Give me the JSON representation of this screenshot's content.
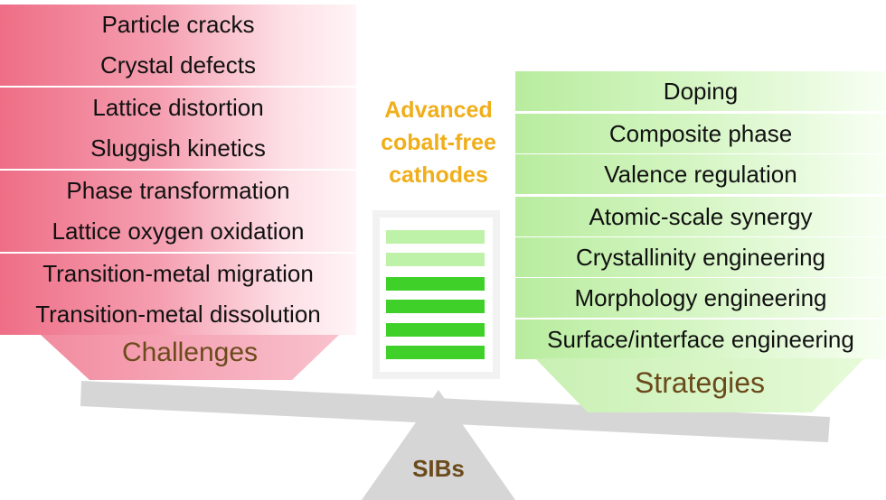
{
  "challenges": {
    "title": "Challenges",
    "items": [
      "Particle cracks",
      "Crystal defects",
      "Lattice distortion",
      "Sluggish kinetics",
      "Phase transformation",
      "Lattice oxygen oxidation",
      "Transition-metal migration",
      "Transition-metal dissolution"
    ]
  },
  "center": {
    "title_lines": [
      "Advanced",
      "cobalt-free",
      "cathodes"
    ]
  },
  "strategies": {
    "title": "Strategies",
    "items": [
      "Doping",
      "Composite phase",
      "Valence regulation",
      "Atomic-scale synergy",
      "Crystallinity engineering",
      "Morphology engineering",
      "Surface/interface engineering"
    ]
  },
  "fulcrum": {
    "label": "SIBs"
  },
  "battery": {
    "levels": [
      "light",
      "light",
      "full",
      "full",
      "full",
      "full"
    ]
  },
  "colors": {
    "challenge_accent": "#ee6e86",
    "strategy_accent": "#b8ec9e",
    "center_title": "#f0ae1a",
    "bar_full": "#3fd12a",
    "bar_light": "#bdf2a8",
    "beam": "#d6d6d6"
  }
}
